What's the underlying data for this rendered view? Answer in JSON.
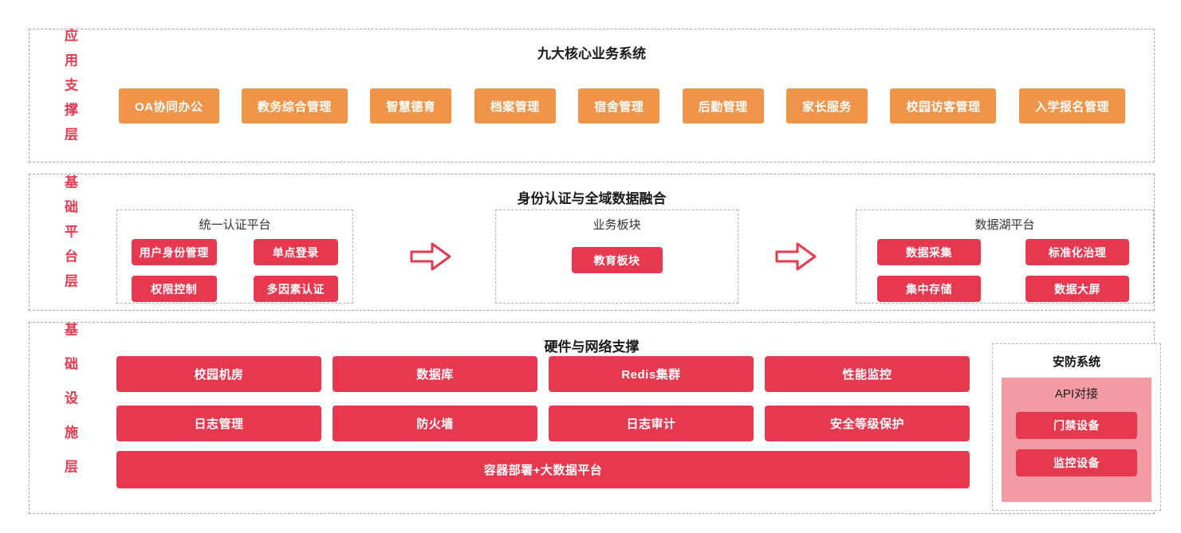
{
  "app_layer": {
    "label": "应用支撑层",
    "title": "九大核心业务系统",
    "items": [
      "OA协同办公",
      "教务综合管理",
      "智慧德育",
      "档案管理",
      "宿舍管理",
      "后勤管理",
      "家长服务",
      "校园访客管理",
      "入学报名管理"
    ]
  },
  "platform_layer": {
    "label": "基础平台层",
    "title": "身份认证与全域数据融合",
    "auth": {
      "title": "统一认证平台",
      "items": [
        "用户身份管理",
        "单点登录",
        "权限控制",
        "多因素认证"
      ]
    },
    "business": {
      "title": "业务板块",
      "items": [
        "教育板块"
      ]
    },
    "datalake": {
      "title": "数据湖平台",
      "items": [
        "数据采集",
        "标准化治理",
        "集中存储",
        "数据大屏"
      ]
    }
  },
  "infra_layer": {
    "label": "基础设施层",
    "title": "硬件与网络支撑",
    "row1": [
      "校园机房",
      "数据库",
      "Redis集群",
      "性能监控"
    ],
    "row2": [
      "日志管理",
      "防火墙",
      "日志审计",
      "安全等级保护"
    ],
    "full": "容器部署+大数据平台",
    "security": {
      "title": "安防系统",
      "subtitle": "API对接",
      "items": [
        "门禁设备",
        "监控设备"
      ]
    }
  },
  "icons": {
    "right_arrow": "⇨"
  },
  "colors": {
    "red": "#e6394f",
    "orange": "#ef9449",
    "pink": "#f49ca6",
    "dashed_border": "#a6a6a6"
  }
}
